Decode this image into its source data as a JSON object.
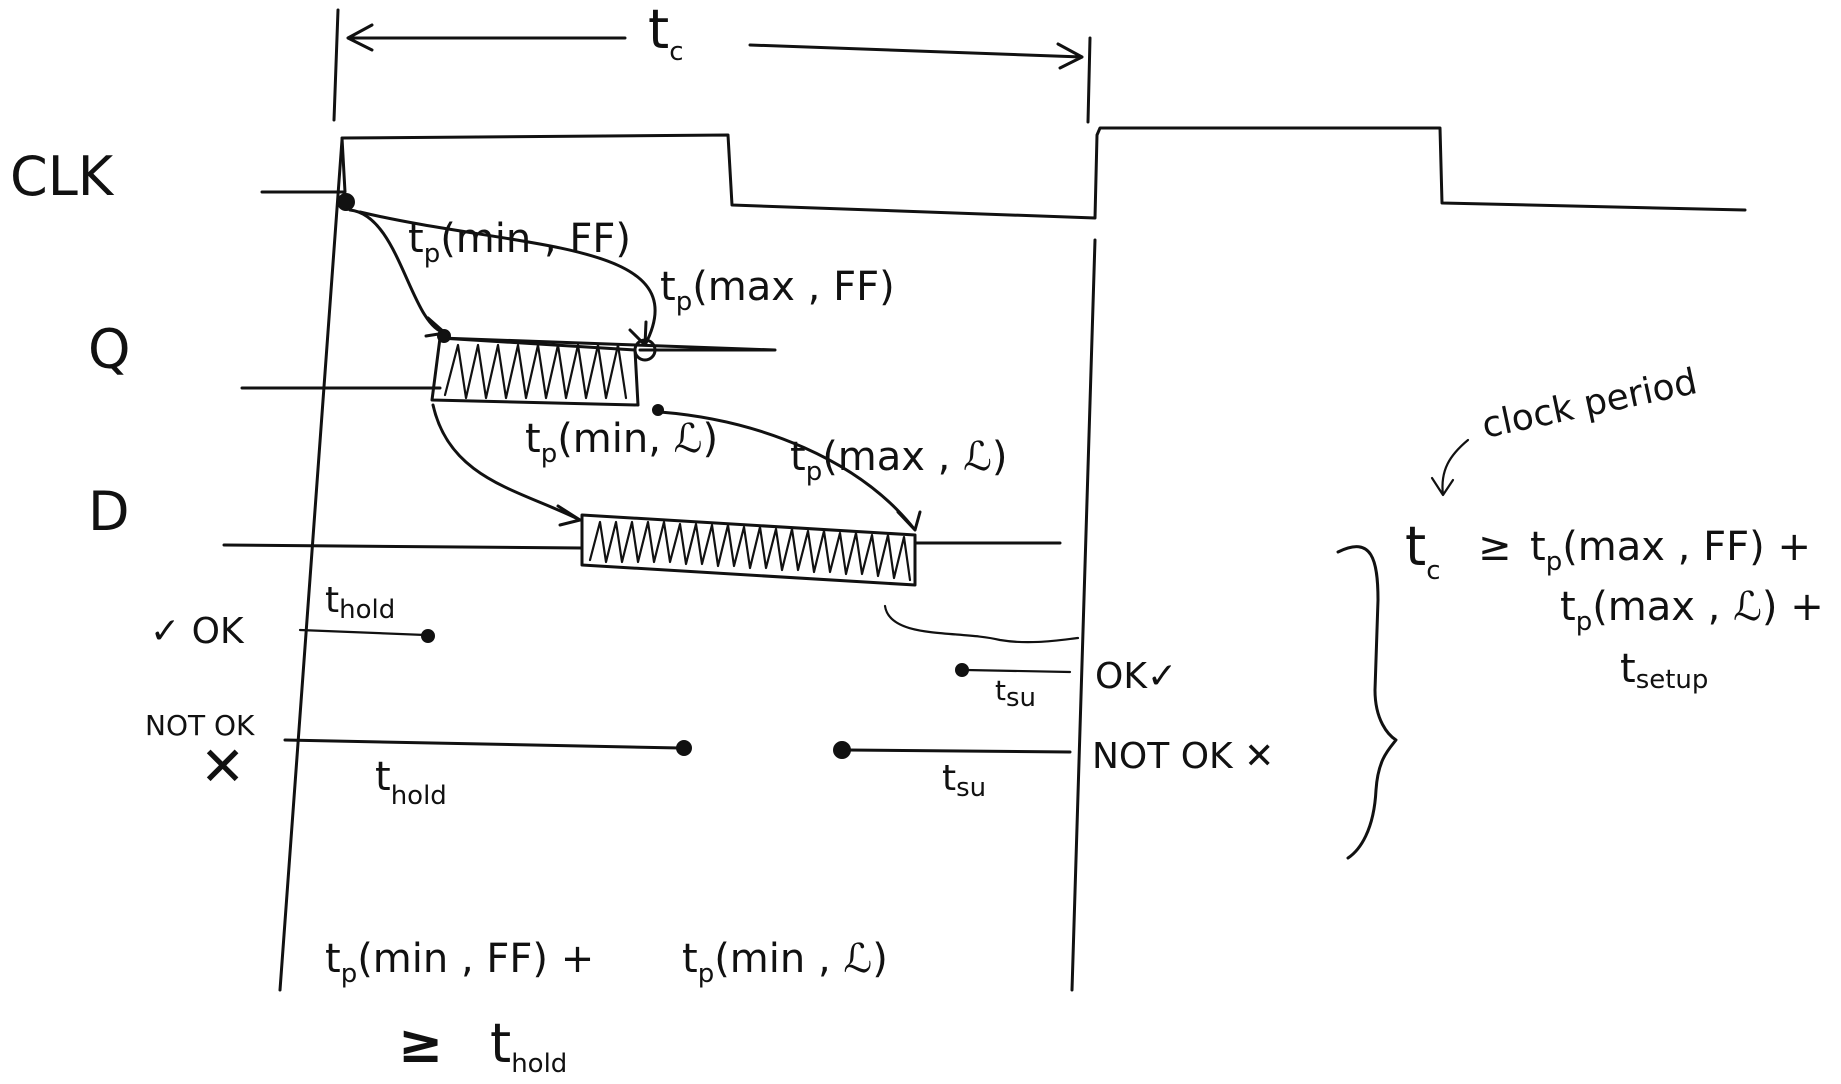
{
  "signals": {
    "clk": "CLK",
    "q": "Q",
    "d": "D"
  },
  "period": {
    "symbol": "t",
    "sub": "c"
  },
  "delays": {
    "tp_min_ff": {
      "t": "t",
      "sub": "p",
      "rest": "(min , FF)"
    },
    "tp_max_ff": {
      "t": "t",
      "sub": "p",
      "rest": "(max , FF)"
    },
    "tp_min_l": {
      "t": "t",
      "sub": "p",
      "rest": "(min, ℒ)"
    },
    "tp_max_l": {
      "t": "t",
      "sub": "p",
      "rest": "(max , ℒ)"
    }
  },
  "hold_ok": {
    "label": "✓ OK",
    "t": "t",
    "sub": "hold"
  },
  "hold_not_ok": {
    "label": "NOT OK",
    "mark": "✕",
    "t": "t",
    "sub": "hold"
  },
  "setup_ok": {
    "t": "t",
    "sub": "su",
    "label": "OK✓"
  },
  "setup_not_ok": {
    "t": "t",
    "sub": "su",
    "label": "NOT OK ✕"
  },
  "clock_period_note": "clock period",
  "setup_constraint": {
    "lhs_t": "t",
    "lhs_sub": "c",
    "op": "≥",
    "term1": {
      "t": "t",
      "sub": "p",
      "rest": "(max , FF) +"
    },
    "term2": {
      "t": "t",
      "sub": "p",
      "rest": "(max , ℒ) +"
    },
    "term3": {
      "t": "t",
      "sub": "setup"
    }
  },
  "hold_constraint": {
    "term1": {
      "t": "t",
      "sub": "p",
      "rest": "(min , FF) +"
    },
    "term2": {
      "t": "t",
      "sub": "p",
      "rest": "(min , ℒ)"
    },
    "op": "≥",
    "rhs_t": "t",
    "rhs_sub": "hold"
  }
}
